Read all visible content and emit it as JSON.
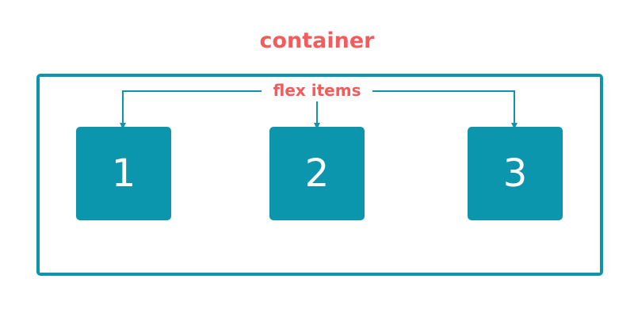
{
  "title": "container",
  "items_label": "flex items",
  "items": [
    {
      "label": "1"
    },
    {
      "label": "2"
    },
    {
      "label": "3"
    }
  ],
  "colors": {
    "accent": "#0c96ad",
    "label": "#f25c5c",
    "background": "#ffffff"
  }
}
